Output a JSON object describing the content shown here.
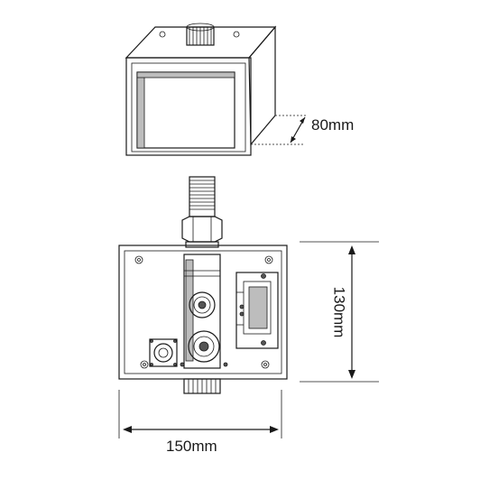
{
  "dimensions": {
    "depth": "80mm",
    "height": "130mm",
    "width": "150mm"
  },
  "colors": {
    "line": "#1a1a1a",
    "shading": "#bdbdbd",
    "background": "#ffffff"
  }
}
